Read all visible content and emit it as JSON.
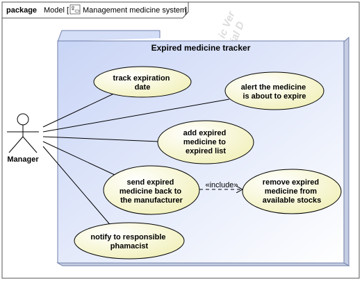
{
  "header": {
    "keyword": "package",
    "prefix": "Model [",
    "name": "Management medicine system",
    "suffix": "]"
  },
  "watermark": {
    "line1": "ic Ver",
    "line2": "ial D"
  },
  "system": {
    "title": "Expired medicine tracker"
  },
  "actor": {
    "name": "Manager"
  },
  "use_cases": {
    "track": [
      "track expiration",
      "date"
    ],
    "alert": [
      "alert the medicine",
      "is about to expire"
    ],
    "add": [
      "add expired",
      "medicine to",
      "expired list"
    ],
    "send": [
      "send expired",
      "medicine back to",
      "the manufacturer"
    ],
    "remove": [
      "remove expired",
      "medicine from",
      "available stocks"
    ],
    "notify": [
      "notify to responsible",
      "phamacist"
    ]
  },
  "relations": {
    "include_label": "«include»"
  },
  "colors": {
    "frame_border": "#555555",
    "ellipse_fill_start": "#ffffff",
    "ellipse_fill_end": "#f0efb4",
    "system_fill_start": "#c9d5f6",
    "system_fill_end": "#ffffff",
    "system_border": "#6f7fa8"
  }
}
